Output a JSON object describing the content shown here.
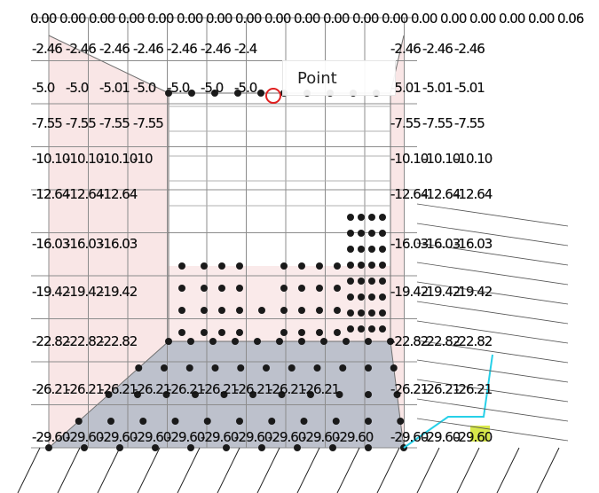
{
  "tooltip": {
    "label": "Point"
  },
  "axis_labels": {
    "top": [
      "0.00",
      "0.00",
      "0.00",
      "0.00",
      "0.00",
      "0.00",
      "0.00",
      "0.00",
      "0.00",
      "0.00",
      "0.00",
      "0.00",
      "0.00",
      "0.00",
      "0.00",
      "0.00",
      "0.00",
      "0.00",
      "0.06"
    ],
    "left_rows": [
      [
        "-2.46",
        "-2.46",
        "-2.46",
        "-2.46",
        "-2.46",
        "-2.46",
        "-2.4"
      ],
      [
        "-5.0",
        "-5.0",
        "-5.01",
        "-5.0",
        "-5.0",
        "-5.0",
        "-5.0"
      ],
      [
        "-7.55",
        "-7.55",
        "-7.55",
        "-7.55"
      ],
      [
        "-10.10",
        "-10.10",
        "-10.10",
        "-10"
      ],
      [
        "-12.64",
        "-12.64",
        "-12.64"
      ],
      [
        "-16.03",
        "-16.03",
        "-16.03"
      ],
      [
        "-19.42",
        "-19.42",
        "-19.42"
      ],
      [
        "-22.82",
        "-22.82",
        "-22.82"
      ],
      [
        "-26.21",
        "-26.21",
        "-26.21",
        "-26.21",
        "-26.21",
        "-26.21",
        "-26.21",
        "-26.21",
        "-26.21"
      ],
      [
        "-29.60",
        "-29.60",
        "-29.60",
        "-29.60",
        "-29.60",
        "-29.60",
        "-29.60",
        "-29.60",
        "-29.60",
        "-29.60"
      ]
    ],
    "right_rows": [
      [
        "-2.46",
        "-2.46",
        "-2.46"
      ],
      [
        "-5.01",
        "-5.01",
        "-5.01"
      ],
      [
        "-7.55",
        "-7.55",
        "-7.55"
      ],
      [
        "-10.10",
        "-10.10",
        "-10.10"
      ],
      [
        "-12.64",
        "-12.64",
        "-12.64"
      ],
      [
        "-16.03",
        "-16.03",
        "-16.03"
      ],
      [
        "-19.42",
        "-19.42",
        "-19.42"
      ],
      [
        "-22.82",
        "-22.82",
        "-22.82"
      ],
      [
        "-26.21",
        "-26.21",
        "-26.21"
      ],
      [
        "-29.60",
        "-29.60",
        "-29.60"
      ]
    ]
  },
  "colors": {
    "wall_fill": "#f7dede",
    "floor_fill": "#a7acbb",
    "grid_line": "#8c8c8c",
    "point": "#1a1a1a",
    "selected_ring": "#e02020",
    "highlight_edge": "#27d0e8",
    "highlight_fill": "#d8e84a"
  }
}
